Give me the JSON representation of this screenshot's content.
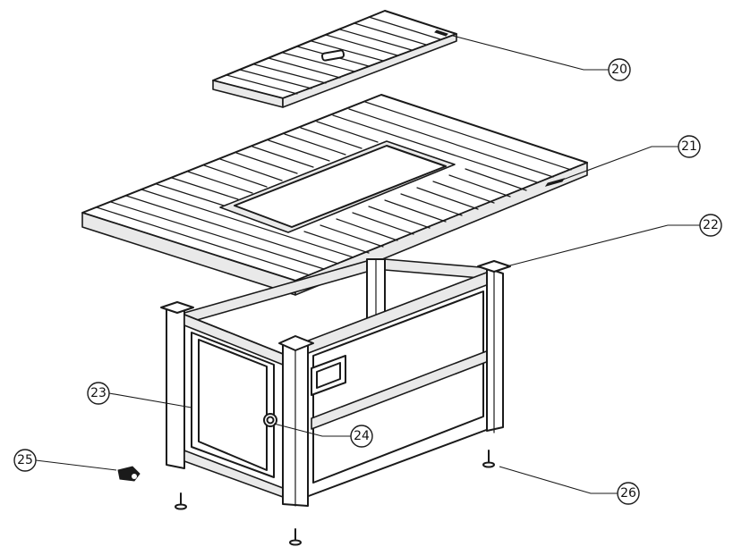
{
  "callouts": [
    {
      "id": "20",
      "label": "20"
    },
    {
      "id": "21",
      "label": "21"
    },
    {
      "id": "22",
      "label": "22"
    },
    {
      "id": "23",
      "label": "23"
    },
    {
      "id": "24",
      "label": "24"
    },
    {
      "id": "25",
      "label": "25"
    },
    {
      "id": "26",
      "label": "26"
    }
  ]
}
